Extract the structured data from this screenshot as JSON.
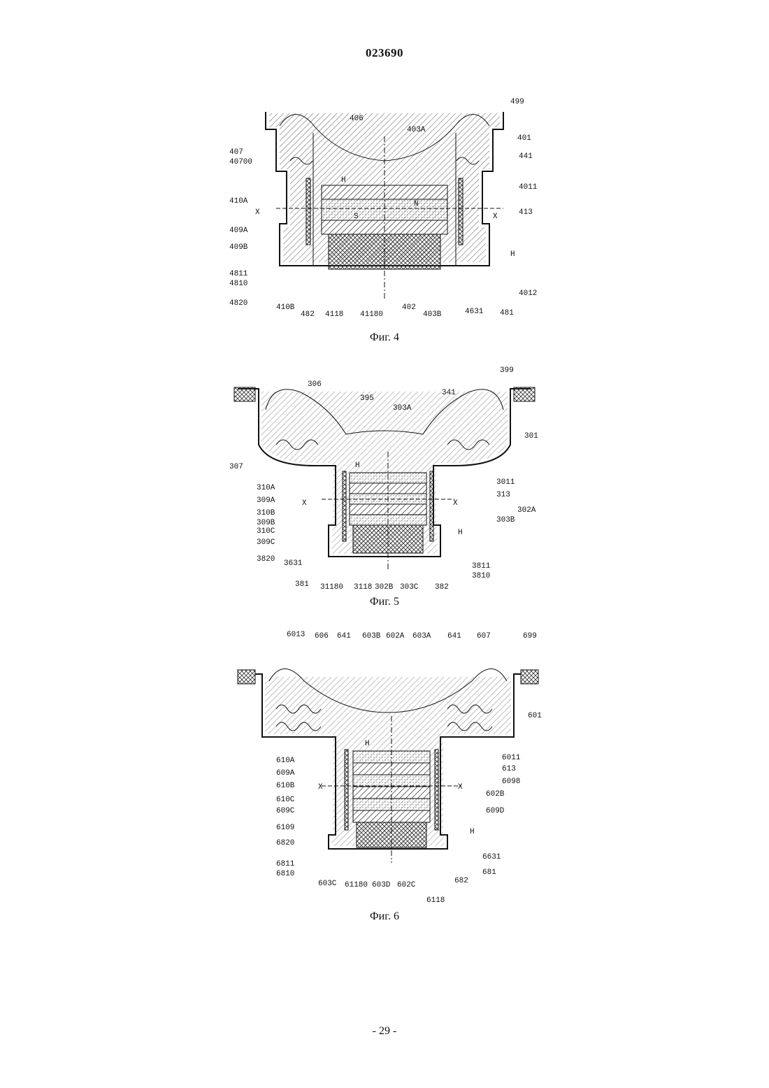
{
  "header": {
    "doc_number": "023690"
  },
  "footer": {
    "page_number": "- 29 -"
  },
  "figures": [
    {
      "caption": "Фиг. 4",
      "labels": [
        "499",
        "406",
        "403A",
        "401",
        "407",
        "40700",
        "441",
        "4011",
        "410A",
        "X",
        "409A",
        "409B",
        "413",
        "X",
        "4811",
        "4810",
        "4820",
        "410B",
        "482",
        "4118",
        "41180",
        "402",
        "403B",
        "4631",
        "481",
        "4012",
        "H",
        "H",
        "N",
        "S"
      ]
    },
    {
      "caption": "Фиг. 5",
      "labels": [
        "399",
        "306",
        "395",
        "303A",
        "341",
        "301",
        "307",
        "3011",
        "310A",
        "313",
        "309A",
        "302A",
        "X",
        "X",
        "310B",
        "303B",
        "309B",
        "310C",
        "309C",
        "H",
        "3820",
        "3631",
        "3811",
        "3810",
        "381",
        "31180",
        "3118",
        "302B",
        "303C",
        "382",
        "H"
      ]
    },
    {
      "caption": "Фиг. 6",
      "labels": [
        "6013",
        "606",
        "641",
        "603B",
        "602A",
        "603A",
        "641",
        "607",
        "699",
        "601",
        "610A",
        "6011",
        "609A",
        "613",
        "610B",
        "6098",
        "X",
        "X",
        "610C",
        "602B",
        "609C",
        "609D",
        "6109",
        "6820",
        "H",
        "6631",
        "6811",
        "6810",
        "681",
        "603C",
        "61180",
        "603D",
        "602C",
        "682",
        "6118",
        "H"
      ]
    }
  ]
}
